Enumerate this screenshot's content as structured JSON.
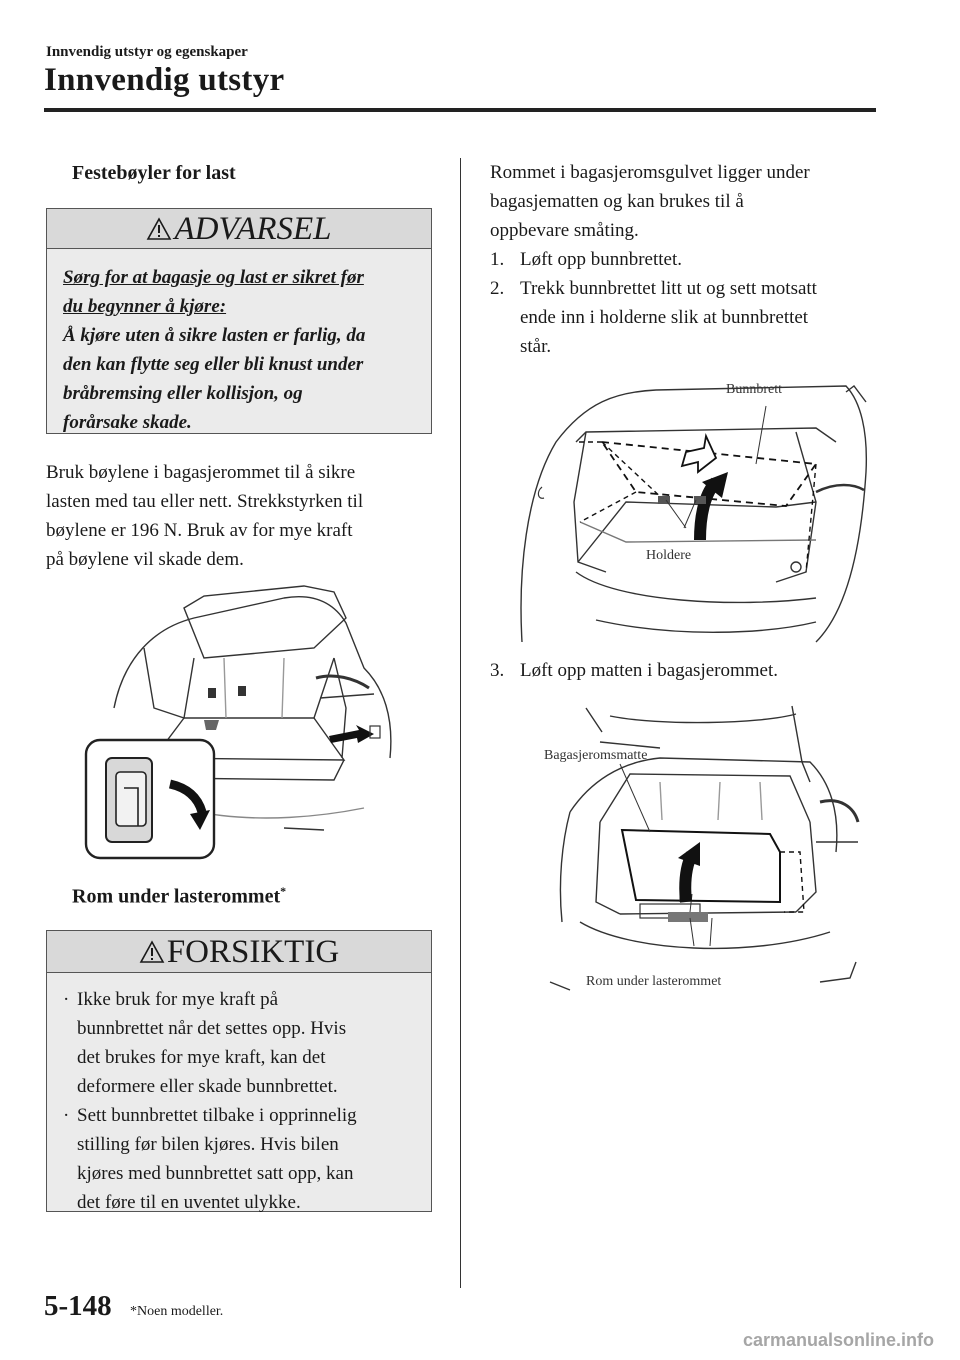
{
  "header": {
    "breadcrumb": "Innvendig utstyr og egenskaper",
    "title": "Innvendig utstyr"
  },
  "left": {
    "section1_title": "Festebøyler for last",
    "warning": {
      "title": "ADVARSEL",
      "lead": [
        "Sørg for at bagasje og last er sikret før",
        "du begynner å kjøre:"
      ],
      "body": [
        "Å kjøre uten å sikre lasten er farlig, da",
        "den kan flytte seg eller bli knust under",
        "bråbremsing eller kollisjon, og",
        "forårsake skade."
      ]
    },
    "paragraph": [
      "Bruk bøylene i bagasjerommet til å sikre",
      "lasten med tau eller nett. Strekkstyrken til",
      "bøylene er 196 N. Bruk av for mye kraft",
      "på bøylene vil skade dem."
    ],
    "section2_title": "Rom under lasterommet",
    "section2_mark": "*",
    "caution": {
      "title": "FORSIKTIG",
      "bullets": [
        [
          "Ikke bruk for mye kraft på",
          "bunnbrettet når det settes opp. Hvis",
          "det brukes for mye kraft, kan det",
          "deformere eller skade bunnbrettet."
        ],
        [
          "Sett bunnbrettet tilbake i opprinnelig",
          "stilling før bilen kjøres. Hvis bilen",
          "kjøres med bunnbrettet satt opp, kan",
          "det føre til en uventet ulykke."
        ]
      ],
      "bullet_mark": "·"
    }
  },
  "right": {
    "paragraph": [
      "Rommet i bagasjeromsgulvet ligger under",
      "bagasjematten og kan brukes til å",
      "oppbevare småting."
    ],
    "steps": [
      {
        "num": "1.",
        "lines": [
          "Løft opp bunnbrettet."
        ]
      },
      {
        "num": "2.",
        "lines": [
          "Trekk bunnbrettet litt ut og sett motsatt",
          "ende inn i holderne slik at bunnbrettet",
          "står."
        ]
      }
    ],
    "fig1_labels": {
      "board": "Bunnbrett",
      "holders": "Holdere"
    },
    "step3": {
      "num": "3.",
      "text": "Løft opp matten i bagasjerommet."
    },
    "fig2_labels": {
      "mat": "Bagasjeromsmatte",
      "storage": "Rom under lasterommet"
    }
  },
  "footer": {
    "page_number": "5-148",
    "footnote": "*Noen modeller.",
    "watermark": "carmanualsonline.info"
  }
}
